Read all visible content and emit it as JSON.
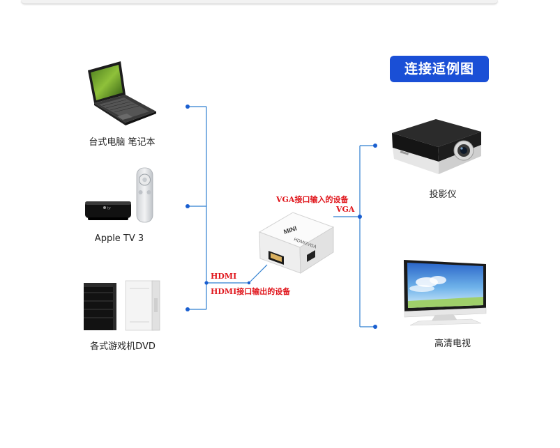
{
  "title": "连接适例图",
  "inputs": [
    {
      "label": "台式电脑 笔记本",
      "icon": "laptop-icon"
    },
    {
      "label": "Apple TV 3",
      "icon": "apple-tv-icon"
    },
    {
      "label": "各式游戏机DVD",
      "icon": "game-console-icon"
    }
  ],
  "adapter": {
    "top_text": "MINI",
    "side_text": "HDMI2VGA",
    "icon": "hdmi-to-vga-adapter-icon"
  },
  "input_side": {
    "port": "HDMI",
    "description": "HDMI接口输出的设备"
  },
  "output_side": {
    "description": "VGA接口输入的设备",
    "port": "VGA"
  },
  "outputs": [
    {
      "label": "投影仪",
      "icon": "projector-icon"
    },
    {
      "label": "高清电视",
      "icon": "hd-tv-icon"
    }
  ],
  "colors": {
    "accent": "#1a4fd6",
    "line": "#2f7fd0",
    "label_red": "#e0161c"
  }
}
